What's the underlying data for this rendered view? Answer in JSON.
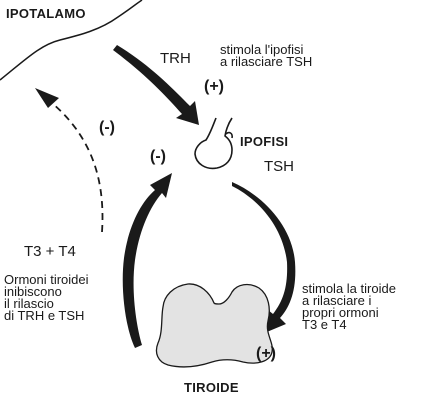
{
  "labels": {
    "hypothalamus": "IPOTALAMO",
    "pituitary": "IPOFISI",
    "thyroid": "TIROIDE",
    "trh": "TRH",
    "tsh": "TSH",
    "t3_t4": "T3 + T4"
  },
  "descriptions": {
    "trh_action": "stimola l'ipofisi\na rilasciare TSH",
    "tsh_action": "stimola la tiroide\na rilasciare i\npropri ormoni\nT3 e T4",
    "feedback": "Ormoni tiroidei\ninibiscono\nil rilascio\ndi TRH e TSH"
  },
  "signs": {
    "trh_effect": "(+)",
    "tsh_effect": "(+)",
    "feedback_on_hypothalamus": "(-)",
    "feedback_on_pituitary": "(-)"
  },
  "colors": {
    "ink": "#1a1a1a",
    "gland_fill": "#e3e3e3"
  }
}
